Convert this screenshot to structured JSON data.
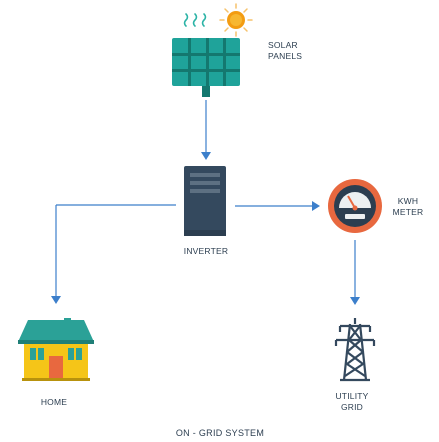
{
  "labels": {
    "solar": [
      "SOLAR",
      "PANELS"
    ],
    "inverter": [
      "INVERTER"
    ],
    "meter": [
      "KWH",
      "METER"
    ],
    "home": [
      "HOME"
    ],
    "grid": [
      "UTILITY",
      "GRID"
    ]
  },
  "caption": "ON - GRID SYSTEM",
  "icons": {
    "sun": "sun-icon",
    "sun_rays": "heat-wave-icon",
    "solar_panel": "solar-panel-icon",
    "inverter": "inverter-icon",
    "meter": "kwh-meter-icon",
    "home": "house-icon",
    "grid": "power-tower-icon"
  },
  "colors": {
    "panel": "#1fa39a",
    "panel_dark": "#14786f",
    "sun": "#f39c12",
    "rays": "#2bb3a6",
    "inverter": "#34495e",
    "meter_ring": "#e8683f",
    "meter_face": "#2c3e50",
    "house_wall": "#f5c518",
    "house_roof": "#2ba197",
    "tower": "#34495e",
    "line": "#3c7fcb"
  }
}
